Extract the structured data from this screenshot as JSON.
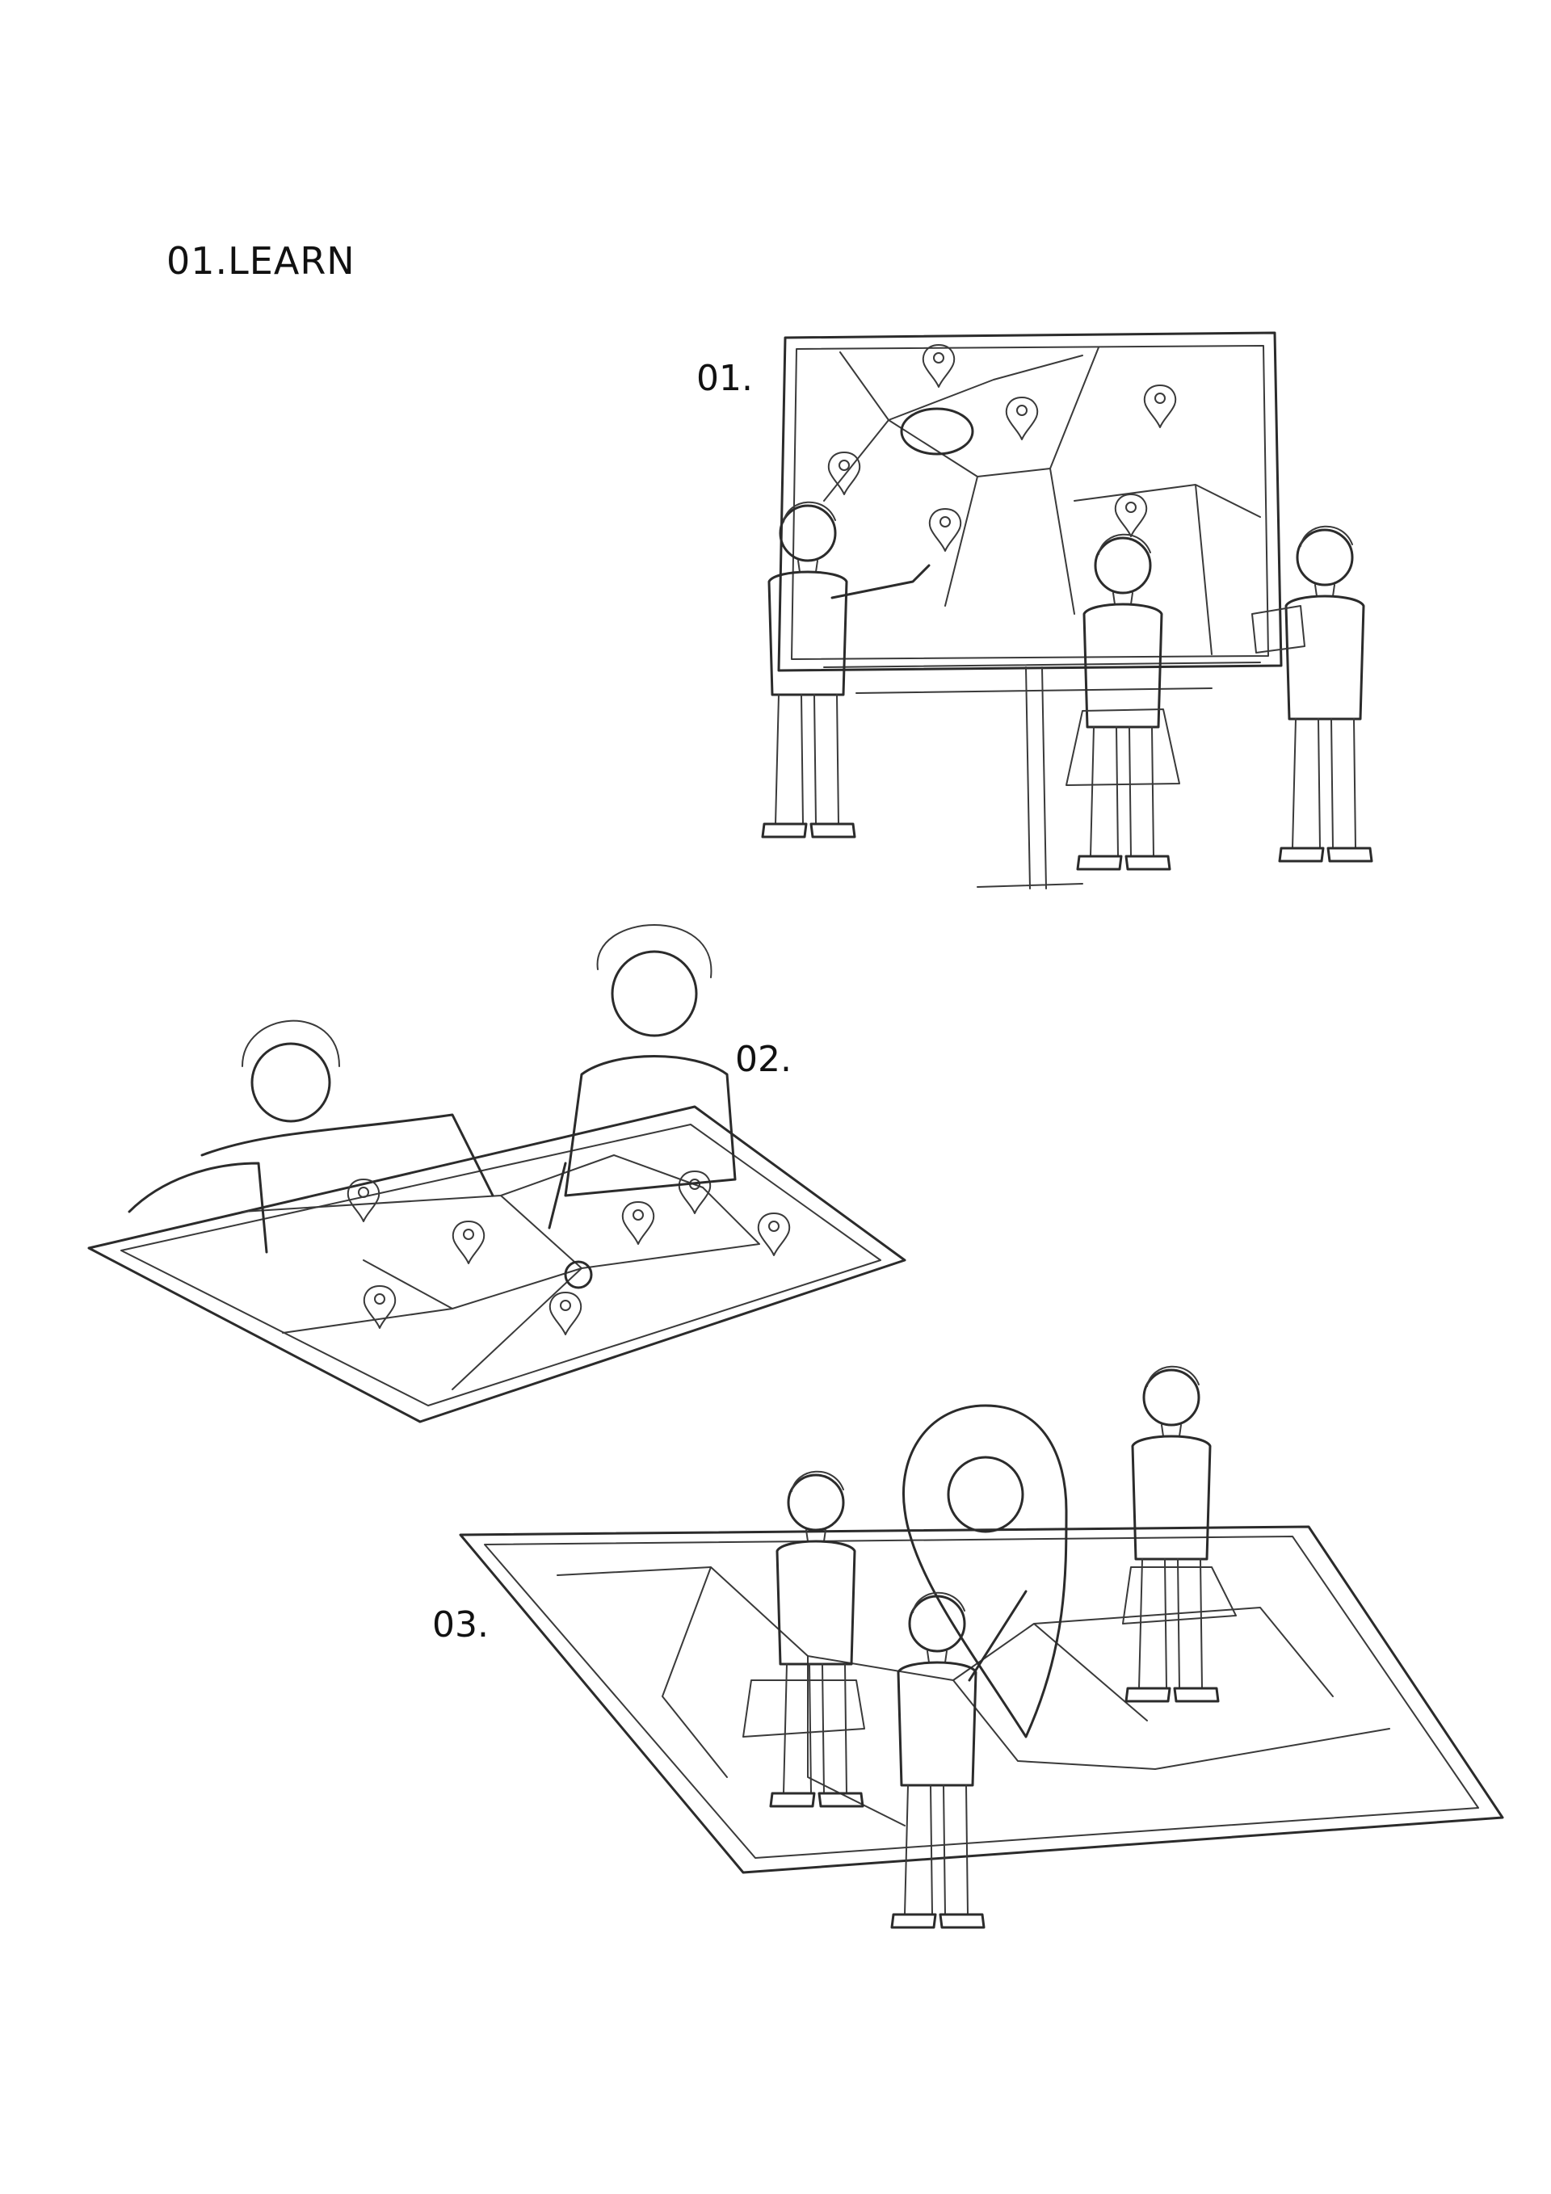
{
  "page": {
    "title": "01.LEARN",
    "panels": [
      {
        "label": "01.",
        "scene": "children-at-map-board"
      },
      {
        "label": "02.",
        "scene": "children-leaning-over-map"
      },
      {
        "label": "03.",
        "scene": "children-on-map-with-giant-pin"
      }
    ]
  },
  "colors": {
    "ink": "#2b2b2b",
    "paper": "#ffffff"
  },
  "icons": [
    "location-pin-icon"
  ]
}
